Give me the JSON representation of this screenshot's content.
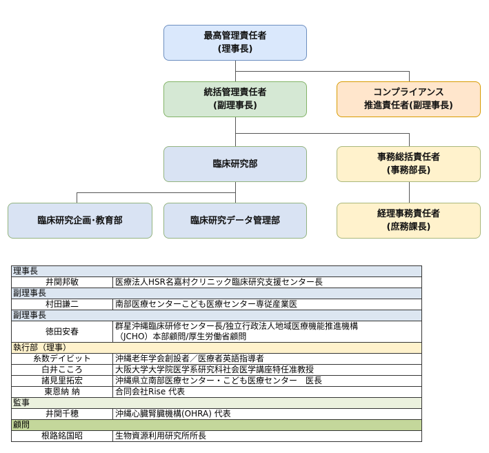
{
  "org": {
    "top": [
      "最高管理責任者",
      "(理事長)"
    ],
    "general": [
      "統括管理責任者",
      "(副理事長)"
    ],
    "compliance": [
      "コンプライアンス",
      "推進責任者(副理事長)"
    ],
    "clinical": [
      "臨床研究部"
    ],
    "office": [
      "事務総括責任者",
      "(事務部長)"
    ],
    "planning": [
      "臨床研究企画･教育部"
    ],
    "data": [
      "臨床研究データ管理部"
    ],
    "accounting": [
      "経理事務責任者",
      "(庶務課長)"
    ]
  },
  "table": {
    "sections": [
      {
        "title": "理事長",
        "color": "#dce6f1",
        "rows": [
          {
            "name": "井関邦敏",
            "desc": "医療法人HSR名嘉村クリニック臨床研究支援センター長"
          }
        ]
      },
      {
        "title": "副理事長",
        "color": "#dce6f1",
        "rows": [
          {
            "name": "村田謙二",
            "desc": "南部医療センターこども医療センター専従産業医"
          }
        ]
      },
      {
        "title": "副理事長",
        "color": "#dce6f1",
        "rows": [
          {
            "name": "徳田安春",
            "desc": "群星沖縄臨床研修センター長/独立行政法人地域医療機能推進機構",
            "desc2": "（JCHO）本部顧問/厚生労働省顧問"
          }
        ]
      },
      {
        "title": "執行部（理事）",
        "color": "#fff2cc",
        "rows": [
          {
            "name": "糸数デイビット",
            "desc": "沖縄老年学会創設者／医療者英語指導者"
          },
          {
            "name": "白井こころ",
            "desc": "大阪大学大学院医学系研究科社会医学講座特任准教授"
          },
          {
            "name": "諸見里拓宏",
            "desc": "沖縄県立南部医療センター・こども医療センター　医長"
          },
          {
            "name": "東恩納 納",
            "desc": "合同会社Rise 代表"
          }
        ]
      },
      {
        "title": "監事",
        "color": "#ebf1de",
        "rows": [
          {
            "name": "井関千穂",
            "desc": "沖縄心臓腎臓機構(OHRA) 代表"
          }
        ]
      },
      {
        "title": "顧問",
        "color": "#c4d79b",
        "rows": [
          {
            "name": "根路銘国昭",
            "desc": "生物資源利用研究所所長"
          }
        ]
      }
    ]
  }
}
